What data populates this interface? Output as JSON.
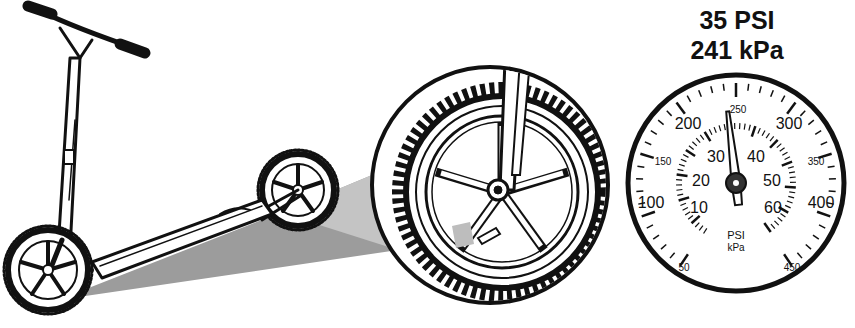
{
  "diagram": {
    "labels": [
      "35 PSI",
      "241 kPa",
      "50",
      "100",
      "150",
      "200",
      "250",
      "300",
      "350",
      "400",
      "450",
      "10",
      "20",
      "30",
      "40",
      "50",
      "60",
      "PSI",
      "kPa"
    ]
  }
}
